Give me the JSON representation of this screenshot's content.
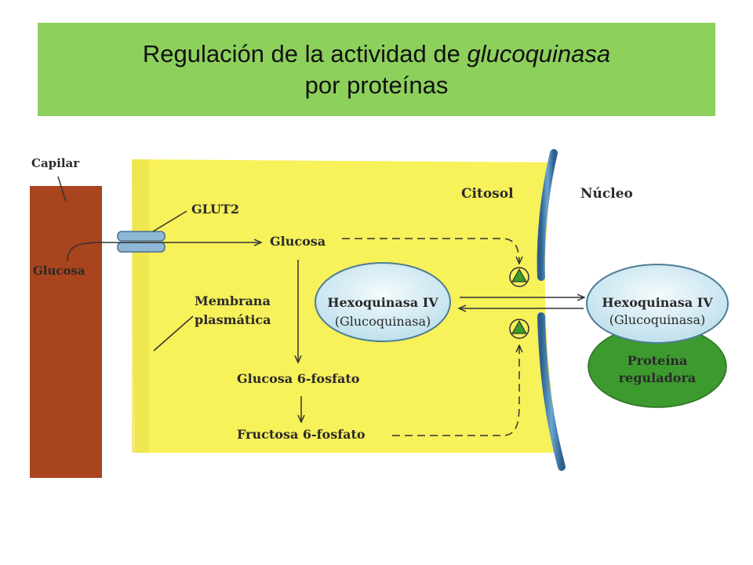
{
  "title": {
    "line1_prefix": "Regulación de la actividad de ",
    "line1_italic": "glucoquinasa",
    "line2": "por proteínas"
  },
  "labels": {
    "capilar": "Capilar",
    "glucosa_capilar": "Glucosa",
    "glut2": "GLUT2",
    "glucosa": "Glucosa",
    "membrana_line1": "Membrana",
    "membrana_line2": "plasmática",
    "citosol": "Citosol",
    "nucleo": "Núcleo",
    "hexoquinasa_cyto": "Hexoquinasa IV",
    "glucoquinasa_cyto": "(Glucoquinasa)",
    "hexoquinasa_nuc": "Hexoquinasa IV",
    "glucoquinasa_nuc": "(Glucoquinasa)",
    "proteina_line1": "Proteína",
    "proteina_line2": "reguladora",
    "glucosa6p": "Glucosa 6-fosfato",
    "fructosa6p": "Fructosa 6-fosfato"
  },
  "colors": {
    "banner": "#8dd05c",
    "cytosol": "#f7f15a",
    "capillary": "#a8441e",
    "nuclear_membrane": "#3f78a8",
    "regulatory_protein": "#3d9a2f",
    "enzyme": "#dcecf4"
  }
}
